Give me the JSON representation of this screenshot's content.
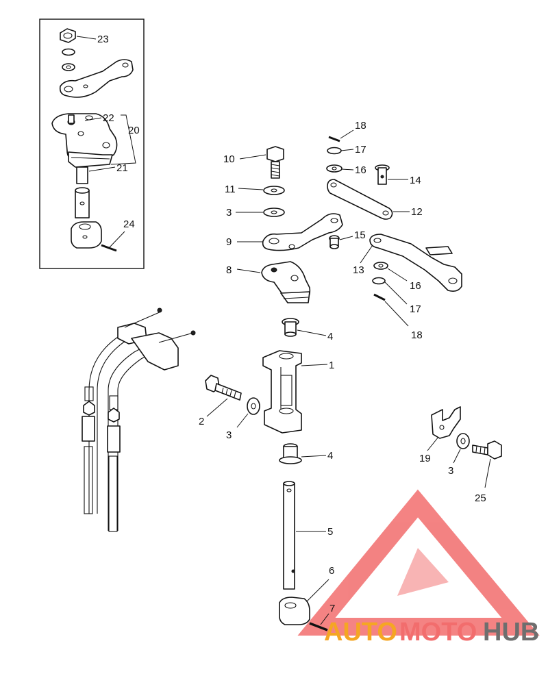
{
  "callouts": {
    "c1": "1",
    "c2": "2",
    "c3a": "3",
    "c3b": "3",
    "c3c": "3",
    "c4a": "4",
    "c4b": "4",
    "c5": "5",
    "c6": "6",
    "c7": "7",
    "c8": "8",
    "c9": "9",
    "c10": "10",
    "c11": "11",
    "c12": "12",
    "c13": "13",
    "c14": "14",
    "c15": "15",
    "c16a": "16",
    "c16b": "16",
    "c17a": "17",
    "c17b": "17",
    "c18a": "18",
    "c18b": "18",
    "c19": "19",
    "c20": "20",
    "c21": "21",
    "c22": "22",
    "c23": "23",
    "c24": "24",
    "c25": "25"
  },
  "watermark": {
    "part1": "AUTO",
    "part2": "MOTO",
    "part3": "HUB",
    "color_orange": "#f5a623",
    "color_red": "#f26d6d",
    "color_gray": "#6e6e6e"
  }
}
